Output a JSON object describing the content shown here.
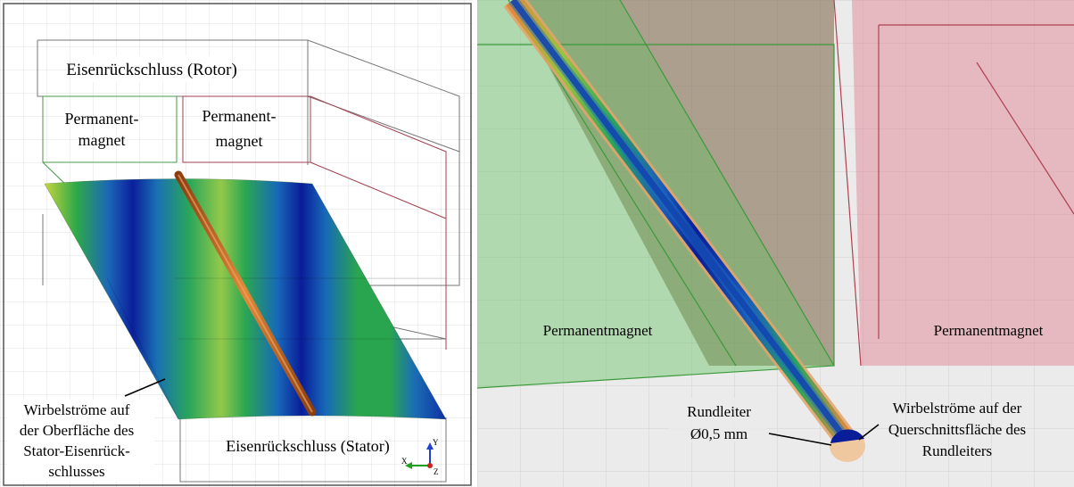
{
  "left_panel": {
    "rotor_iron_label": "Eisenrückschluss (Rotor)",
    "magnet_label_1": [
      "Permanent-",
      "magnet"
    ],
    "magnet_label_2": [
      "Permanent-",
      "magnet"
    ],
    "stator_iron_label": "Eisenrückschluss (Stator)",
    "eddy_current_annotation": [
      "Wirbelströme auf",
      "der Oberfläche des",
      "Stator-Eisenrück-",
      "schlusses"
    ],
    "axis_triad": {
      "y": "Y",
      "x": "X",
      "z": "Z"
    }
  },
  "right_panel": {
    "magnet_label_left": "Permanentmagnet",
    "magnet_label_right": "Permanentmagnet",
    "conductor_annotation": [
      "Rundleiter",
      "Ø0,5 mm"
    ],
    "cross_section_annotation": [
      "Wirbelströme auf der",
      "Querschnittsfläche des",
      "Rundleiters"
    ]
  },
  "colors": {
    "field_low": "#0a1f9e",
    "field_mid": "#1fa35a",
    "field_high": "#c8d83a",
    "conductor": "#c8641e",
    "magnet_green": "#3a9a3a",
    "magnet_red": "#b03040"
  }
}
